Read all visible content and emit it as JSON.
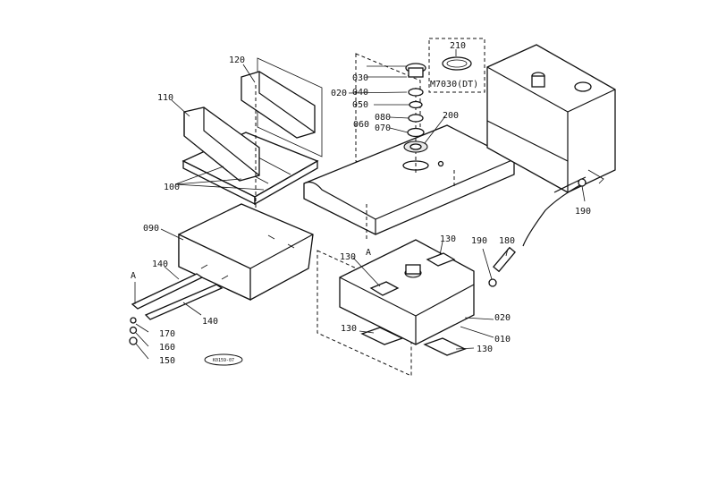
{
  "labels": {
    "p100": "100",
    "p110": "110",
    "p120": "120",
    "p090": "090",
    "p140a": "140",
    "p140b": "140",
    "p170": "170",
    "p160": "160",
    "p150": "150",
    "pA1": "A",
    "pA2": "A",
    "p030": "030",
    "p020a": "020",
    "p040": "040",
    "p050": "050",
    "p080": "080",
    "p060": "060",
    "p070": "070",
    "p200": "200",
    "p210": "210",
    "variant": "M7030(DT)",
    "p190a": "190",
    "p190b": "190",
    "p180": "180",
    "p130a": "130",
    "p130b": "130",
    "p130c": "130",
    "p130d": "130",
    "p020b": "020",
    "p010": "010",
    "drawing_ref": "K0159-07"
  },
  "colors": {
    "ink": "#111111",
    "paper": "#ffffff"
  }
}
